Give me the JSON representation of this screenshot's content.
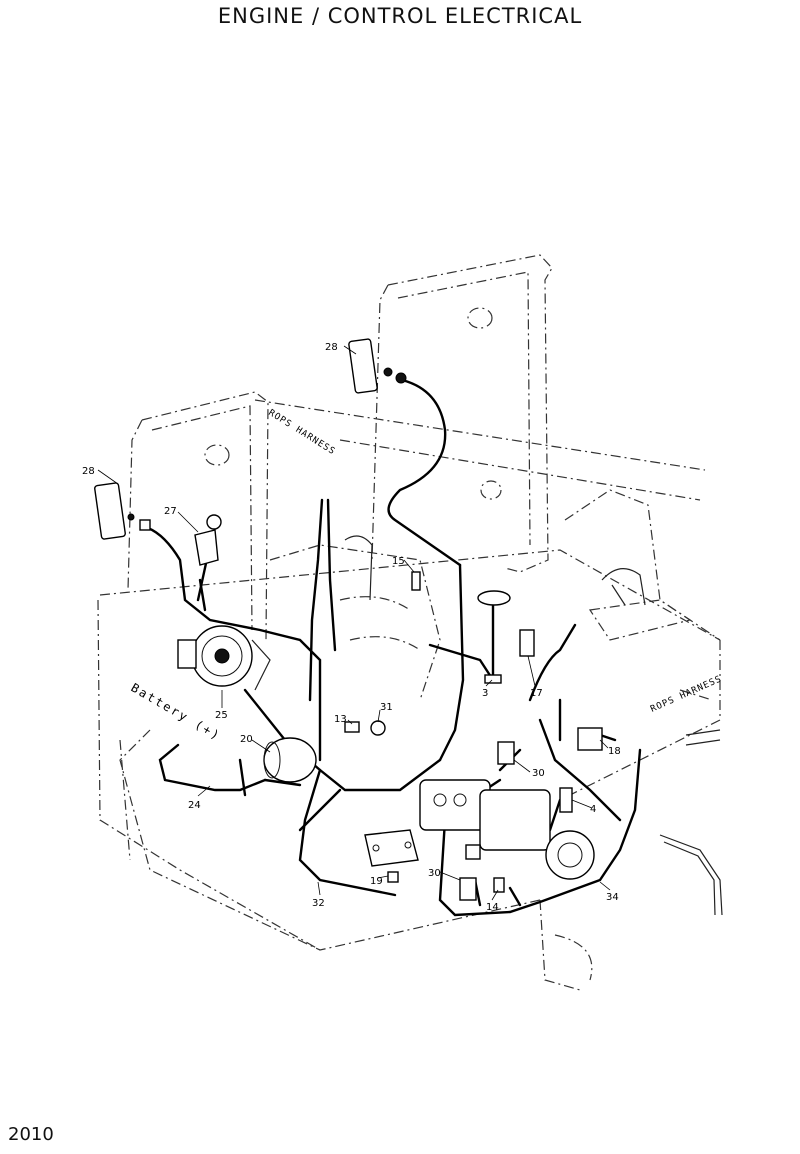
{
  "title": "ENGINE  /  CONTROL  ELECTRICAL",
  "page_code": "2010",
  "harness_tags": {
    "rops_left": "ROPS HARNESS",
    "rops_right": "ROPS HARNESS",
    "battery": "Battery (+)"
  },
  "callouts": [
    "28",
    "28",
    "27",
    "15",
    "3",
    "17",
    "18",
    "13",
    "31",
    "25",
    "20",
    "24",
    "30",
    "4",
    "30",
    "14",
    "19",
    "32",
    "34"
  ]
}
